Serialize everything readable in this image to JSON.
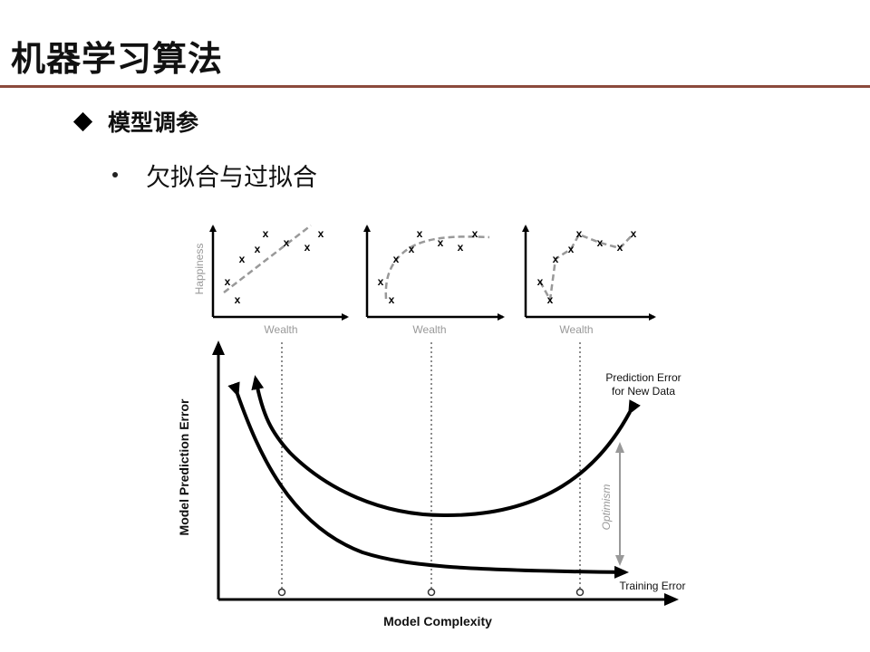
{
  "slide": {
    "title": "机器学习算法",
    "rule_color": "#8B4A3C",
    "bullet_level1": "模型调参",
    "bullet_level2": "欠拟合与过拟合"
  },
  "diagram": {
    "small_plots": [
      {
        "name": "underfit",
        "y_label": "Happiness",
        "x_label": "Wealth",
        "fit": "linear dashed"
      },
      {
        "name": "good-fit",
        "y_label": "",
        "x_label": "Wealth",
        "fit": "curved dashed"
      },
      {
        "name": "overfit",
        "y_label": "",
        "x_label": "Wealth",
        "fit": "zigzag dashed through points"
      }
    ],
    "marker": "x",
    "main": {
      "y_label": "Model Prediction Error",
      "x_label": "Model Complexity",
      "curve_test_label_line1": "Prediction Error",
      "curve_test_label_line2": "for New Data",
      "curve_train_label": "Training Error",
      "gap_label": "Optimism"
    }
  }
}
